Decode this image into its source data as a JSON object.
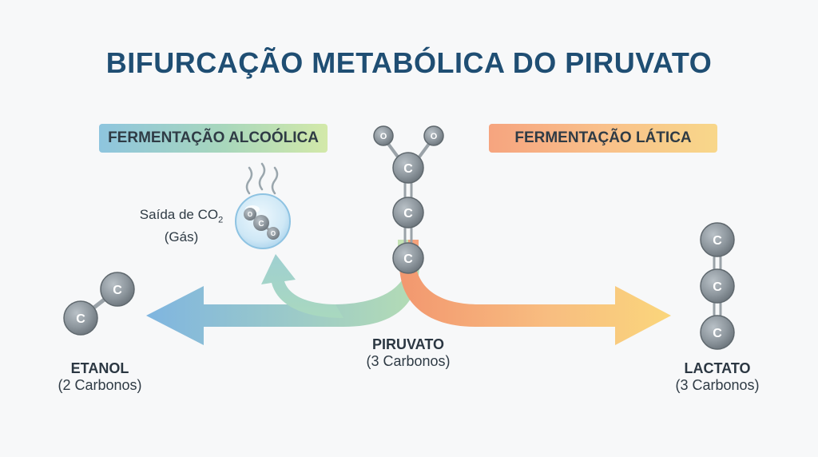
{
  "title": "BIFURCAÇÃO METABÓLICA DO PIRUVATO",
  "pathways": {
    "alcoholic": "FERMENTAÇÃO ALCOÓLICA",
    "lactic": "FERMENTAÇÃO LÁTICA"
  },
  "pyruvate": {
    "name": "PIRUVATO",
    "carbons": "(3 Carbonos)"
  },
  "ethanol": {
    "name": "ETANOL",
    "carbons": "(2 Carbonos)"
  },
  "lactate": {
    "name": "LACTATO",
    "carbons": "(3 Carbonos)"
  },
  "co2": {
    "label_prefix": "Saída de CO",
    "subscript": "2",
    "state": "(Gás)"
  },
  "atoms": {
    "carbon": "C",
    "oxygen": "O"
  },
  "colors": {
    "title": "#1f4e73",
    "atom": "#8c959c",
    "left_arrow_start": "#7fb7e0",
    "left_arrow_end": "#a7d7b5",
    "right_arrow_start": "#f29a74",
    "right_arrow_end": "#f9d17a"
  }
}
